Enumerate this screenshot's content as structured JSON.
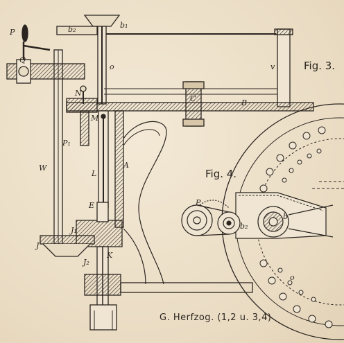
{
  "figures": {
    "fig3": "Fig. 3.",
    "fig4": "Fig. 4."
  },
  "credit": "G. Herfzog. (1,2 u. 3,4)",
  "labels": {
    "P": "P",
    "b2": "b₂",
    "b1": "b₁",
    "o_vessel": "o",
    "v": "v",
    "Q": "Q",
    "N": "N",
    "C": "C",
    "B": "B",
    "M": "M",
    "P1": "P₁",
    "W": "W",
    "L": "L",
    "A": "A",
    "E": "E",
    "J1": "J₁",
    "J": "J",
    "J2": "J₂",
    "K": "K",
    "fig4_P": "P",
    "fig4_b2": "b₂",
    "fig4_b": "b",
    "fig4_o": "o"
  }
}
